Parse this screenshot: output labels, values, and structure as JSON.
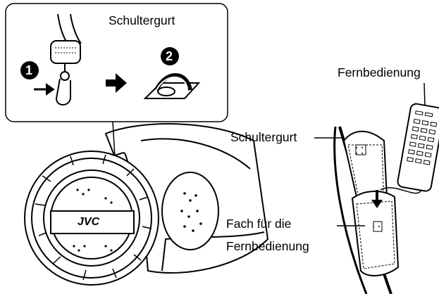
{
  "labels": {
    "shoulder_strap_top": "Schultergurt",
    "remote_control": "Fernbedienung",
    "shoulder_strap_right": "Schultergurt",
    "pocket_line1": "Fach für die",
    "pocket_line2": "Fernbedienung"
  },
  "steps": {
    "step1": "1",
    "step2": "2"
  },
  "brand": {
    "camera_logo": "JVC"
  }
}
